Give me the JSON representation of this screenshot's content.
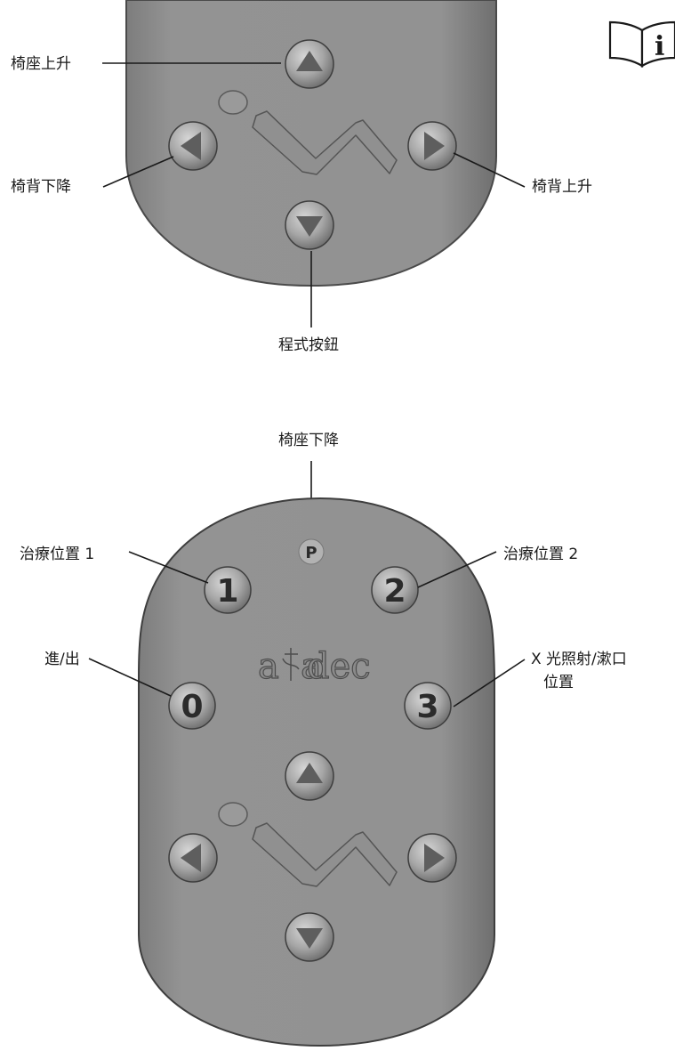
{
  "labels": {
    "seat_up": "椅座上升",
    "back_down": "椅背下降",
    "back_up": "椅背上升",
    "program_button": "程式按鈕",
    "seat_down": "椅座下降",
    "treatment_1": "治療位置 1",
    "treatment_2": "治療位置 2",
    "entry_exit": "進/出",
    "xray_line1": "X 光照射/漱口",
    "xray_line2": "位置"
  },
  "keypad": {
    "program_key": "P",
    "key_1": "1",
    "key_2": "2",
    "key_0": "0",
    "key_3": "3",
    "logo": "a dec"
  },
  "icons": {
    "corner": "info-book-icon"
  },
  "colors": {
    "pad": "#8f8f8f",
    "button": "#a3a3a3",
    "arrow": "#5e5e5e"
  }
}
